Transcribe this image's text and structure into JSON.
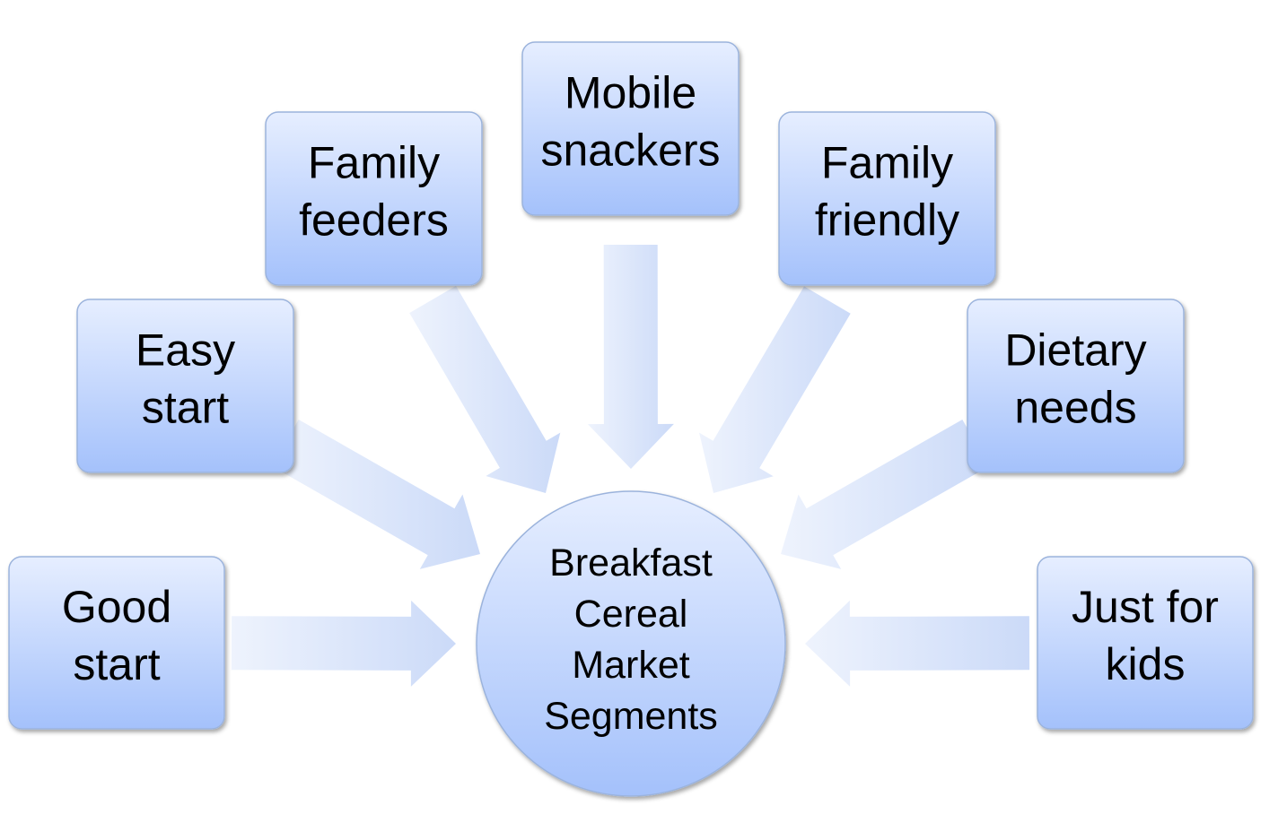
{
  "center": {
    "lines": [
      "Breakfast",
      "Cereal",
      "Market",
      "Segments"
    ]
  },
  "segments": [
    {
      "id": "good-start",
      "lines": [
        "Good",
        "start"
      ]
    },
    {
      "id": "easy-start",
      "lines": [
        "Easy",
        "start"
      ]
    },
    {
      "id": "family-feeders",
      "lines": [
        "Family",
        "feeders"
      ]
    },
    {
      "id": "mobile-snackers",
      "lines": [
        "Mobile",
        "snackers"
      ]
    },
    {
      "id": "family-friendly",
      "lines": [
        "Family",
        "friendly"
      ]
    },
    {
      "id": "dietary-needs",
      "lines": [
        "Dietary",
        "needs"
      ]
    },
    {
      "id": "just-for-kids",
      "lines": [
        "Just for",
        "kids"
      ]
    }
  ],
  "colors": {
    "box_top": "#e6eeff",
    "box_bottom": "#a4c1fb",
    "box_stroke": "#9bb3dc",
    "arrow_light": "#eef3fd",
    "arrow_dark": "#cbdaf8"
  }
}
